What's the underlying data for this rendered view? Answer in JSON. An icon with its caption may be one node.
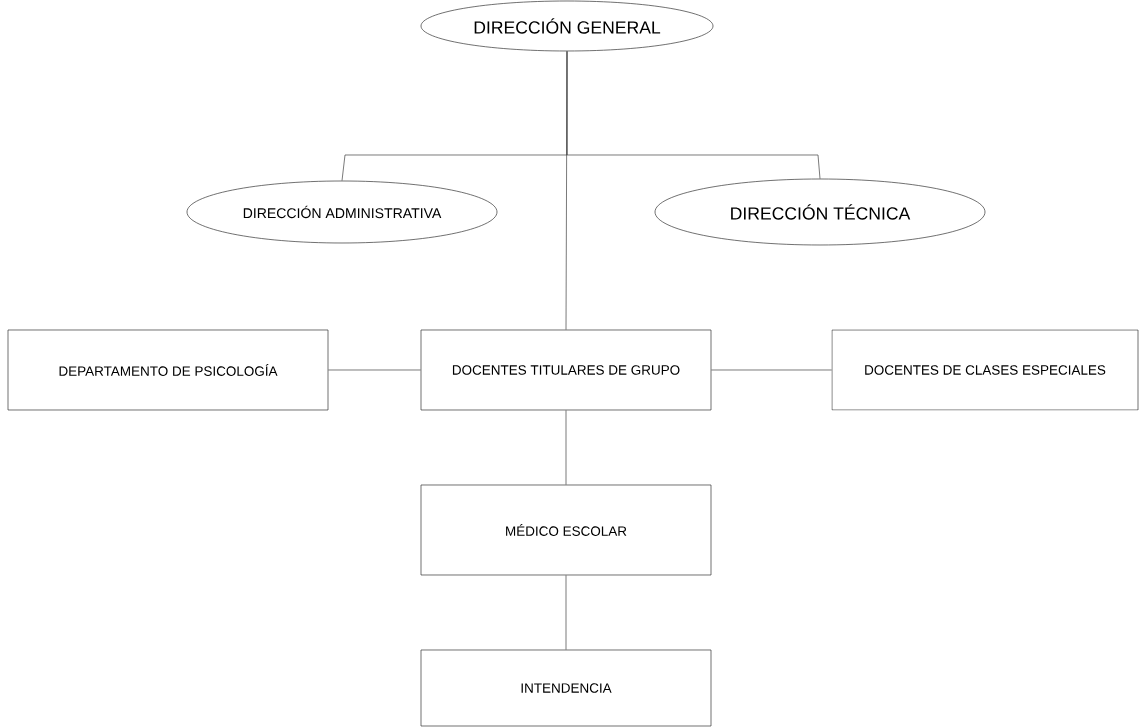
{
  "diagram": {
    "nodes": [
      {
        "text": [
          "DIRECCIÓN GENERAL"
        ]
      },
      {
        "text": [
          "DIRECCIÓN ADMINISTRATIVA"
        ]
      },
      {
        "text": [
          "DIRECCIÓN TÉCNICA"
        ]
      },
      {
        "text": [
          "DEPARTAMENTO DE PSICOLOGÍA"
        ]
      },
      {
        "text": [
          "DOCENTES TITULARES DE GRUPO"
        ]
      },
      {
        "text": [
          "DOCENTES DE CLASES ESPECIALES"
        ]
      },
      {
        "text": [
          "MÉDICO ESCOLAR"
        ]
      },
      {
        "text": [
          "INTENDENCIA"
        ]
      }
    ],
    "edges": [
      {
        "from": 0,
        "to": 1,
        "arrow": "none"
      },
      {
        "from": 0,
        "to": 2,
        "arrow": "none"
      },
      {
        "from": 0,
        "to": 4,
        "arrow": "none"
      },
      {
        "from": 4,
        "to": 3,
        "arrow": "none"
      },
      {
        "from": 4,
        "to": 5,
        "arrow": "none"
      },
      {
        "from": 4,
        "to": 6,
        "arrow": "none"
      },
      {
        "from": 6,
        "to": 7,
        "arrow": "none"
      }
    ]
  }
}
